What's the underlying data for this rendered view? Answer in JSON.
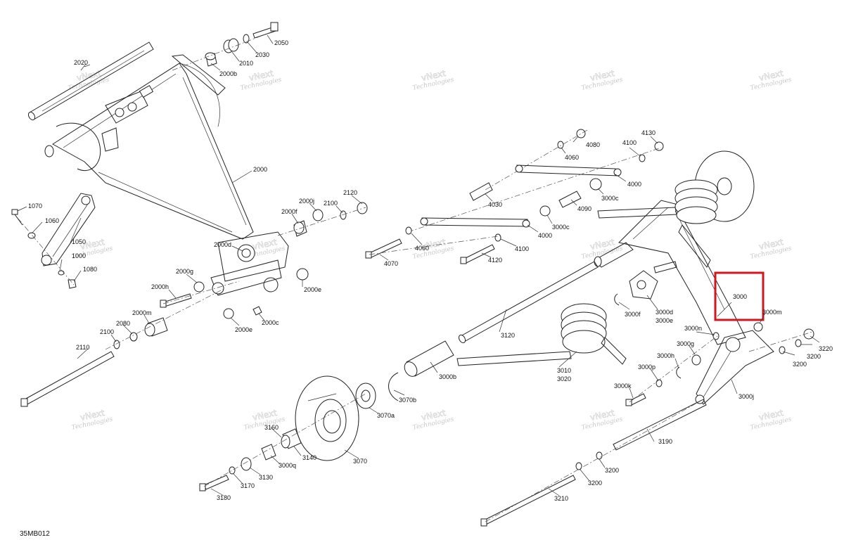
{
  "diagram_code": "35MB012",
  "watermark": {
    "line1": "vNext",
    "line2": "Technologies"
  },
  "highlight_color": "#d3151d",
  "highlighted_part": "3000",
  "labels": {
    "l2050": "2050",
    "l2030": "2030",
    "l2010": "2010",
    "l2000b": "2000b",
    "l2020": "2020",
    "l2000": "2000",
    "l2120": "2120",
    "l2000j": "2000j",
    "l2100a": "2100",
    "l2000f": "2000f",
    "l2000d": "2000d",
    "l1070": "1070",
    "l1060": "1060",
    "l1050": "1050",
    "l1000": "1000",
    "l1080": "1080",
    "l2000g": "2000g",
    "l2000h": "2000h",
    "l2000e1": "2000e",
    "l2000e2": "2000e",
    "l2000c": "2000c",
    "l2000m": "2000m",
    "l2080": "2080",
    "l2100b": "2100",
    "l2110": "2110",
    "l4080": "4080",
    "l4130": "4130",
    "l4100a": "4100",
    "l4060a": "4060",
    "l4000a": "4000",
    "l4030": "4030",
    "l3000c1": "3000c",
    "l4090": "4090",
    "l3000c2": "3000c",
    "l4000b": "4000",
    "l4060b": "4060",
    "l4100b": "4100",
    "l4070": "4070",
    "l4120": "4120",
    "l3000": "3000",
    "l3000m": "3000m",
    "l3000f": "3000f",
    "l3000d": "3000d",
    "l3000e": "3000e",
    "l3120": "3120",
    "l3000n": "3000n",
    "l3000g": "3000g",
    "l3000h": "3000h",
    "l3220": "3220",
    "l3200a": "3200",
    "l3200b": "3200",
    "l3010": "3010",
    "l3020": "3020",
    "l3000p": "3000p",
    "l3000k": "3000k",
    "l3000j": "3000j",
    "l3000b": "3000b",
    "l3070b": "3070b",
    "l3070a": "3070a",
    "l3190": "3190",
    "l3160": "3160",
    "l3000q": "3000q",
    "l3140": "3140",
    "l3070": "3070",
    "l3130": "3130",
    "l3170": "3170",
    "l3180": "3180",
    "l3200c": "3200",
    "l3200d": "3200",
    "l3210": "3210"
  }
}
